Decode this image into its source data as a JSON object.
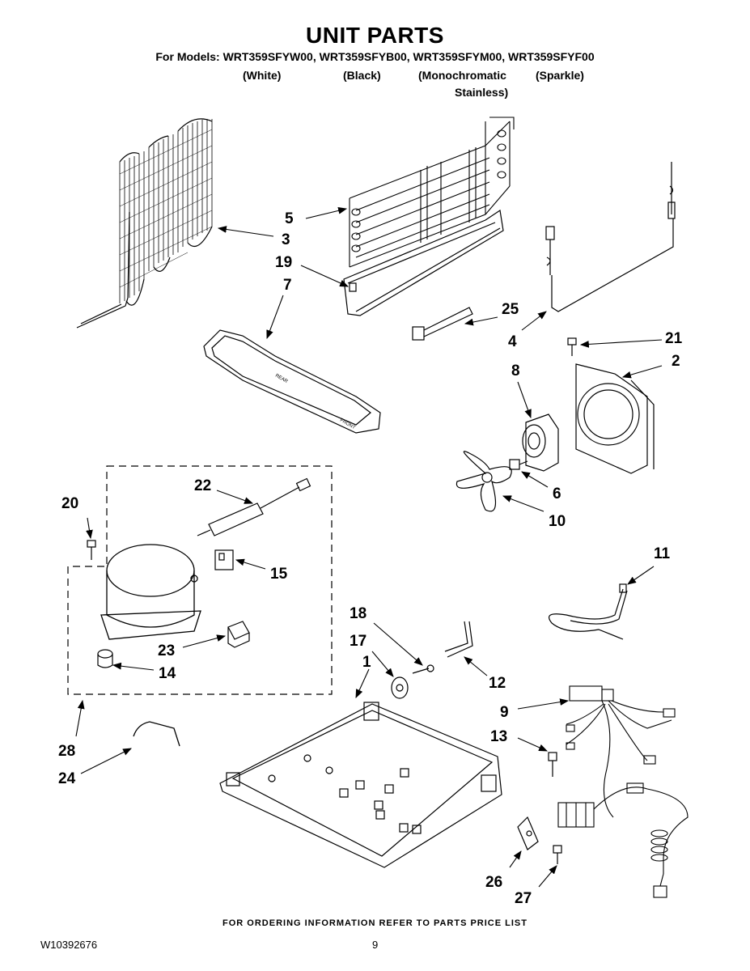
{
  "header": {
    "title": "UNIT PARTS",
    "models_line": "For Models: WRT359SFYW00, WRT359SFYB00, WRT359SFYM00, WRT359SFYF00",
    "variants": [
      "(White)",
      "(Black)",
      "(Monochromatic",
      "(Sparkle)"
    ],
    "variant_continuation": "Stainless)"
  },
  "callouts": {
    "c1": "1",
    "c2": "2",
    "c3": "3",
    "c4": "4",
    "c5": "5",
    "c6": "6",
    "c7": "7",
    "c8": "8",
    "c9": "9",
    "c10": "10",
    "c11": "11",
    "c12": "12",
    "c13": "13",
    "c14": "14",
    "c15": "15",
    "c17": "17",
    "c18": "18",
    "c19": "19",
    "c20": "20",
    "c21": "21",
    "c22": "22",
    "c23": "23",
    "c24": "24",
    "c25": "25",
    "c26": "26",
    "c27": "27",
    "c28": "28"
  },
  "part_labels": {
    "drain_tray_text": [
      "FRONT",
      "REAR"
    ]
  },
  "footer": {
    "ordering_info": "FOR ORDERING INFORMATION REFER TO PARTS PRICE LIST",
    "document_number": "W10392676",
    "page_number": "9"
  }
}
